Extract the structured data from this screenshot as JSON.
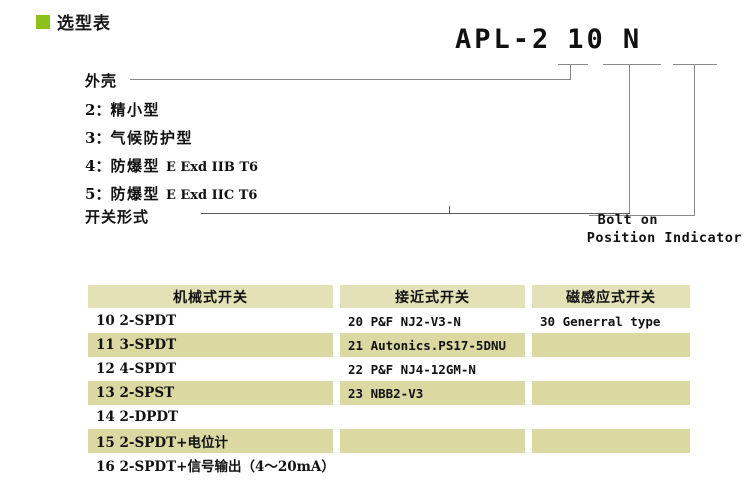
{
  "title": {
    "text": "选型表",
    "bullet_color": "#8cc01a"
  },
  "model_code": {
    "prefix": "APL-",
    "housing_digit": "2",
    "switch_digits": "10",
    "indicator_letter": "N",
    "full": "APL-2 10 N"
  },
  "housing_section": {
    "label": "外壳",
    "options": [
      {
        "code": "2：",
        "cn": "精小型",
        "en": ""
      },
      {
        "code": "3：",
        "cn": "气候防护型",
        "en": ""
      },
      {
        "code": "4：",
        "cn": "防爆型",
        "en": "E Exd IIB T6"
      },
      {
        "code": "5：",
        "cn": "防爆型",
        "en": "E Exd IIC T6"
      }
    ]
  },
  "switch_section": {
    "label": "开关形式"
  },
  "indicator_section": {
    "line1": "Bolt on",
    "line2": "Position Indicator"
  },
  "table": {
    "headers": [
      "机械式开关",
      "接近式开关",
      "磁感应式开关"
    ],
    "rows": [
      {
        "shaded": false,
        "cells": [
          "10 2-SPDT",
          "20 P&F NJ2-V3-N",
          "30 Generral type"
        ]
      },
      {
        "shaded": true,
        "cells": [
          "11 3-SPDT",
          "21 Autonics.PS17-5DNU",
          ""
        ]
      },
      {
        "shaded": false,
        "cells": [
          "12 4-SPDT",
          "22 P&F NJ4-12GM-N",
          ""
        ]
      },
      {
        "shaded": true,
        "cells": [
          "13 2-SPST",
          "23 NBB2-V3",
          ""
        ]
      },
      {
        "shaded": false,
        "cells": [
          "14 2-DPDT",
          "",
          ""
        ]
      },
      {
        "shaded": true,
        "cells": [
          "15 2-SPDT+电位计",
          "",
          ""
        ]
      },
      {
        "shaded": false,
        "cells": [
          "16 2-SPDT+信号输出（4～20mA）",
          "",
          ""
        ]
      }
    ]
  },
  "colors": {
    "header_bg": "#e4e1b6",
    "shade_bg": "#dcd8a2",
    "line": "#8a8a8a",
    "accent_green": "#8cc01a"
  }
}
